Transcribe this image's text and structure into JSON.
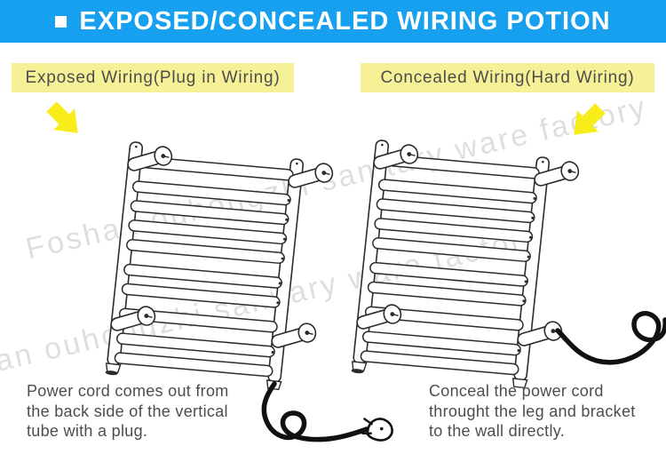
{
  "header": {
    "title": "EXPOSED/CONCEALED WIRING POTION",
    "bg_color": "#18A0F0",
    "text_color": "#FFFFFF",
    "bullet_icon": "white-square"
  },
  "sections": [
    {
      "id": "exposed",
      "label": "Exposed Wiring(Plug in Wiring)",
      "caption": "Power cord comes out from\nthe back side of the vertical\ntube with a plug.",
      "diagram": "towel-warmer with power cord exiting bottom of vertical tube, looping to a wall plug"
    },
    {
      "id": "concealed",
      "label": "Concealed Wiring(Hard Wiring)",
      "caption": "Conceal the power cord\nthrought the leg and bracket\nto the wall directly.",
      "diagram": "towel-warmer with power cord exiting the bottom mounting bracket leg"
    }
  ],
  "watermark": {
    "text": "Foshan ouhongzhi sanitary ware factory"
  },
  "colors": {
    "label_bg": "#F6F096",
    "arrow_yellow": "#F8ED1B",
    "caption_text": "#4D4D4D",
    "line_art": "#2B2B2B"
  },
  "icons": {
    "left_arrow": "arrow-down-right",
    "right_arrow": "arrow-down-left"
  }
}
